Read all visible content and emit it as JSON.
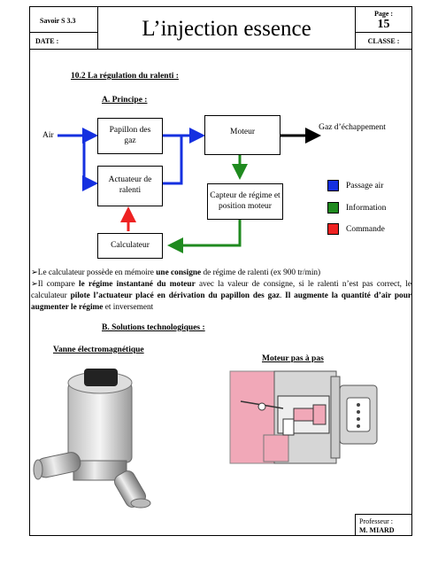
{
  "header": {
    "savoir": "Savoir S 3.3",
    "date_label": "DATE :",
    "title": "L’injection essence",
    "page_label": "Page :",
    "page_number": "15",
    "classe_label": "CLASSE :"
  },
  "section": {
    "heading": "10.2 La régulation du ralenti :",
    "sub_a": "A. Principe :",
    "sub_b": "B. Solutions technologiques :"
  },
  "diagram": {
    "air": "Air",
    "papillon": "Papillon des gaz",
    "moteur": "Moteur",
    "gaz": "Gaz d’échappement",
    "actuateur": "Actuateur de ralenti",
    "capteur": "Capteur de régime et position moteur",
    "calculateur": "Calculateur"
  },
  "legend": [
    {
      "label": "Passage air",
      "color": "#1530e0"
    },
    {
      "label": "Information",
      "color": "#1f8a1f"
    },
    {
      "label": "Commande",
      "color": "#ee2222"
    }
  ],
  "paragraphs": {
    "p1_a": "Le calculateur possède en mémoire ",
    "p1_b": "une consigne",
    "p1_c": " de régime de ralenti (ex 900 tr/min)",
    "p2_a": "Il compare ",
    "p2_b": "le régime instantané du moteur",
    "p2_c": " avec la valeur de consigne, si le ralenti n’est pas correct, le calculateur ",
    "p2_d": "pilote l’actuateur placé en dérivation du papillon des gaz",
    "p2_e": ". ",
    "p2_f": "Il augmente la quantité d’air pour augmenter le régime",
    "p2_g": " et inversement"
  },
  "solutions": {
    "vanne": "Vanne électromagnétique",
    "moteur_pas": "Moteur pas à pas"
  },
  "footer": {
    "prof_label": "Professeur :",
    "prof_name": "M. MIARD"
  }
}
